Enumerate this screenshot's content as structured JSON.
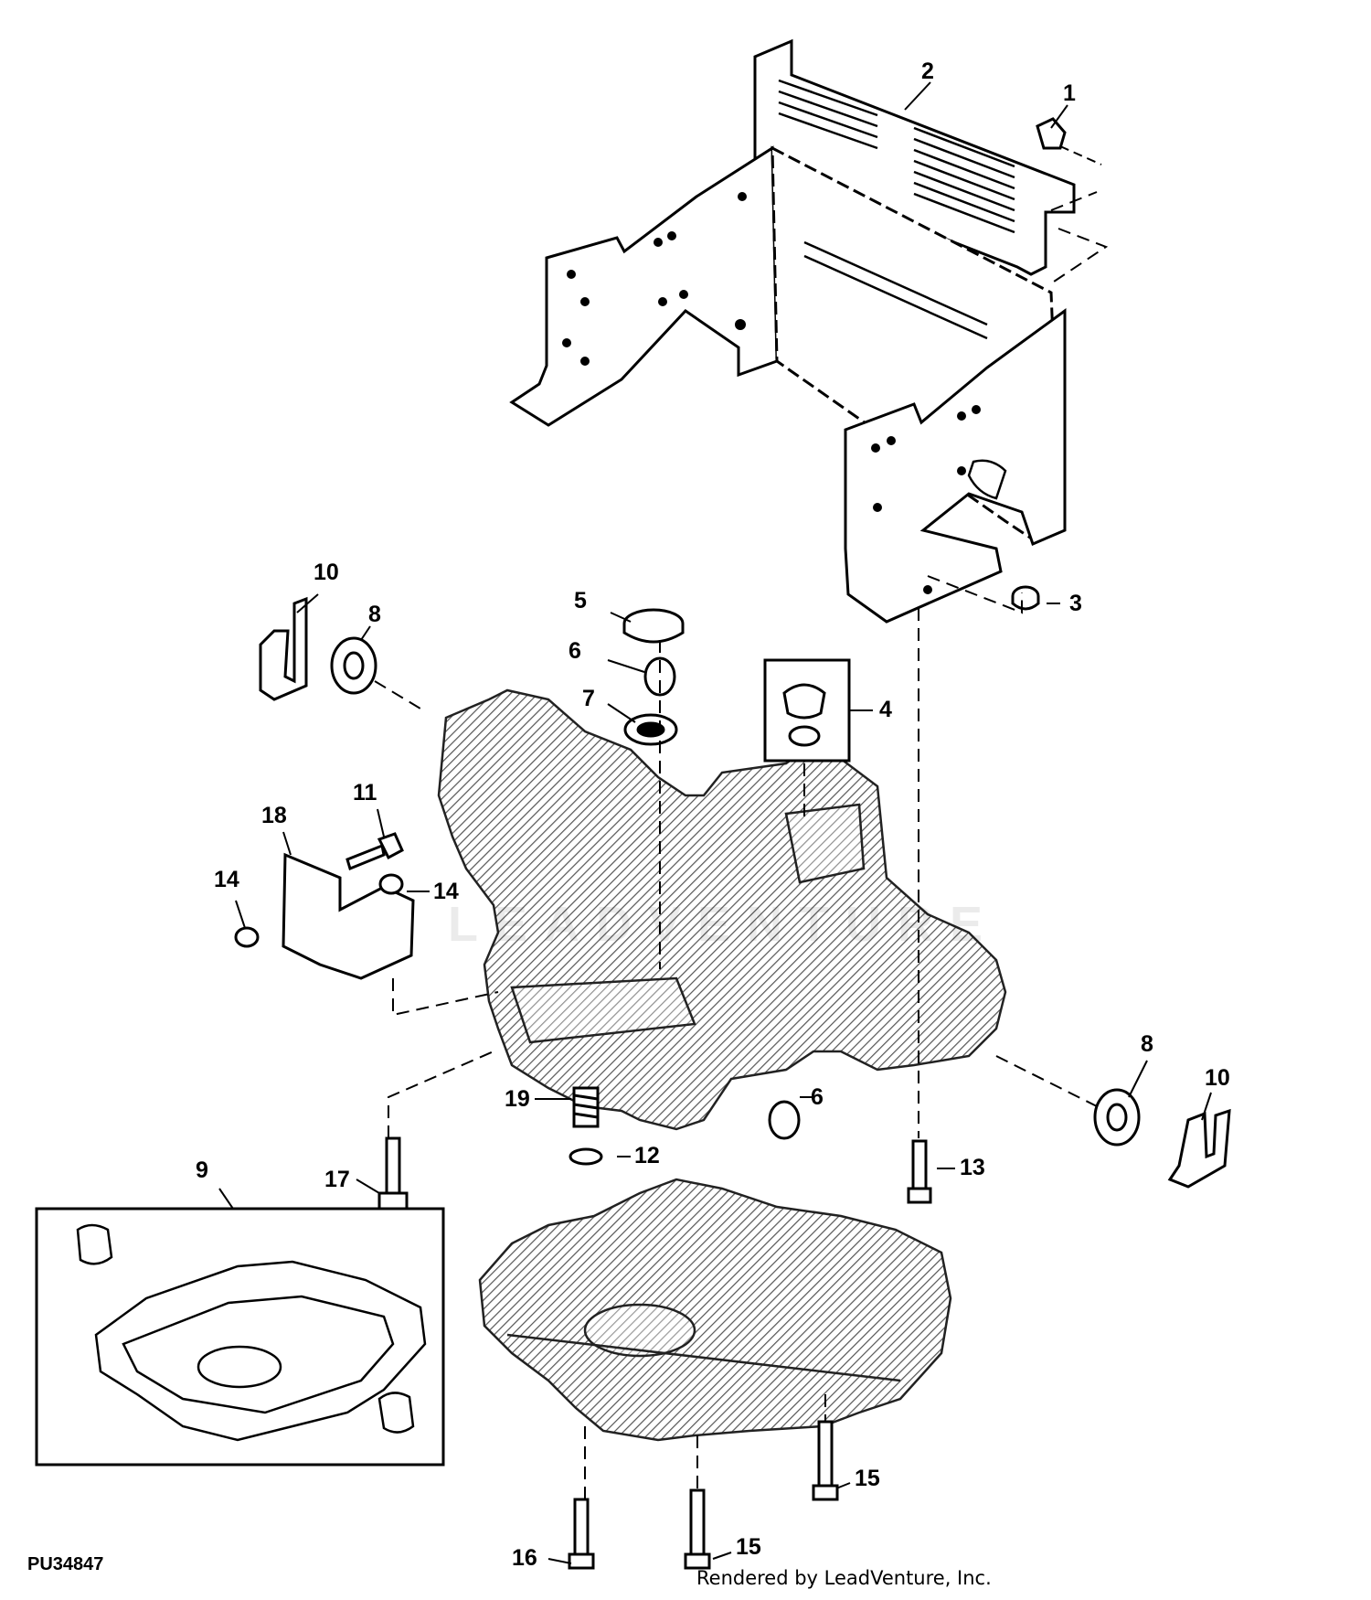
{
  "figure_id": "PU34847",
  "credit": "Rendered by LeadVenture, Inc.",
  "colors": {
    "line": "#000000",
    "hatch": "#555555",
    "background": "#ffffff"
  },
  "callouts": [
    {
      "id": "c1",
      "text": "1"
    },
    {
      "id": "c2",
      "text": "2"
    },
    {
      "id": "c3",
      "text": "3"
    },
    {
      "id": "c4",
      "text": "4"
    },
    {
      "id": "c5",
      "text": "5"
    },
    {
      "id": "c6a",
      "text": "6"
    },
    {
      "id": "c6b",
      "text": "6"
    },
    {
      "id": "c7",
      "text": "7"
    },
    {
      "id": "c8a",
      "text": "8"
    },
    {
      "id": "c8b",
      "text": "8"
    },
    {
      "id": "c9",
      "text": "9"
    },
    {
      "id": "c10a",
      "text": "10"
    },
    {
      "id": "c10b",
      "text": "10"
    },
    {
      "id": "c11",
      "text": "11"
    },
    {
      "id": "c12",
      "text": "12"
    },
    {
      "id": "c13",
      "text": "13"
    },
    {
      "id": "c14a",
      "text": "14"
    },
    {
      "id": "c14b",
      "text": "14"
    },
    {
      "id": "c15a",
      "text": "15"
    },
    {
      "id": "c15b",
      "text": "15"
    },
    {
      "id": "c16",
      "text": "16"
    },
    {
      "id": "c17",
      "text": "17"
    },
    {
      "id": "c18",
      "text": "18"
    },
    {
      "id": "c19",
      "text": "19"
    }
  ]
}
